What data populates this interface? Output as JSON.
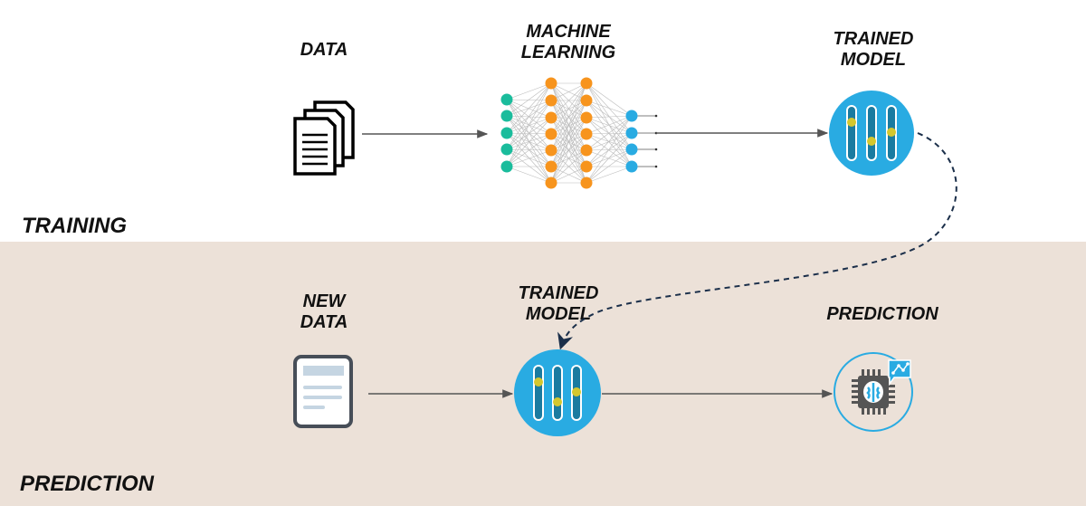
{
  "sections": {
    "training": "TRAINING",
    "prediction": "PREDICTION"
  },
  "training_row": {
    "data_label": "DATA",
    "ml_label_line1": "MACHINE",
    "ml_label_line2": "LEARNING",
    "model_label_line1": "TRAINED",
    "model_label_line2": "MODEL"
  },
  "prediction_row": {
    "new_data_line1": "NEW",
    "new_data_line2": "DATA",
    "model_label_line1": "TRAINED",
    "model_label_line2": "MODEL",
    "prediction_label": "PREDICTION"
  },
  "colors": {
    "band_bottom": "#ECE1D8",
    "model_blue": "#29ABE2",
    "slider_track": "#1A7BA0",
    "slider_knob": "#D4C72E",
    "input_node": "#1ABC9C",
    "hidden_node": "#F7941D",
    "output_node": "#29ABE2",
    "dashed_arrow": "#1B2F4A",
    "arrow": "#555555"
  }
}
